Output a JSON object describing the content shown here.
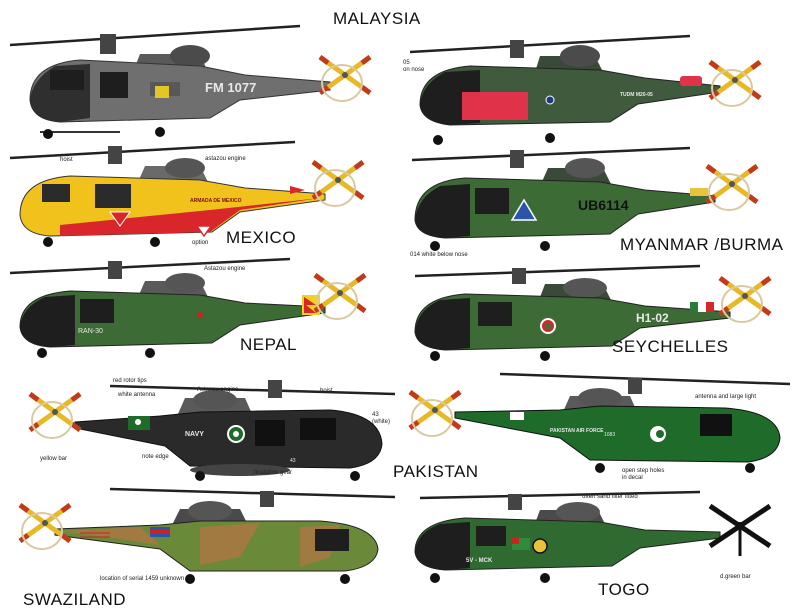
{
  "countries": {
    "malaysia": "MALAYSIA",
    "mexico": "MEXICO",
    "myanmar": "MYANMAR /BURMA",
    "nepal": "NEPAL",
    "seychelles": "SEYCHELLES",
    "pakistan": "PAKISTAN",
    "swaziland": "SWAZILAND",
    "togo": "TOGO"
  },
  "markings": {
    "malaysia": "FM 1077",
    "malaysia2": "TUDM  M20-05",
    "mexico": "ARMADA DE MEXICO",
    "myanmar": "UB6114",
    "nepal": "RAN-30",
    "seychelles": "H1-02",
    "pakistan_navy": "NAVY",
    "pakistan_navy_num": "43",
    "pakistan_af": "PAKISTAN AIR FORCE",
    "pakistan_af_num": "1083",
    "togo": "5V - MCK"
  },
  "notes": {
    "on_nose": "05\non nose",
    "hoist": "hoist",
    "astazou_engine_mx": "astazou engine",
    "option": "option",
    "white_below_nose": "014 white below nose",
    "astazou_engine_np": "Astazou engine",
    "red_rotor_tips": "red rotor tips",
    "white_antenna": "white antenna",
    "astazou_engine_pk": "Astazou engine",
    "hoist_pk": "hoist",
    "num_43_white": "43\n(white)",
    "note_edge": "note edge",
    "yellow_bar": "yellow bar",
    "floatation_gear": "floatation gear",
    "antenna_large_light": "antenna and large light",
    "open_step_holes": "open step holes\nin decal",
    "location_serial": "location of serial  1459  unknown",
    "sand_filter": "often sand filter fitted",
    "dgreen_bar": "d.green bar"
  },
  "colors": {
    "malaysia_grey": "#6f6f6f",
    "malaysia_green": "#3f5a3c",
    "mexico_yellow": "#f2c21c",
    "mexico_red": "#d8262a",
    "army_green": "#3d6b35",
    "pakistan_black": "#2a2a2a",
    "pakistan_green": "#1f6b2a",
    "swazi_camo_green": "#6a8a3a",
    "swazi_camo_tan": "#a07a40",
    "togo_green": "#2f6a30",
    "rotor_yellow": "#e7b928",
    "rotor_red": "#c23a1c"
  }
}
